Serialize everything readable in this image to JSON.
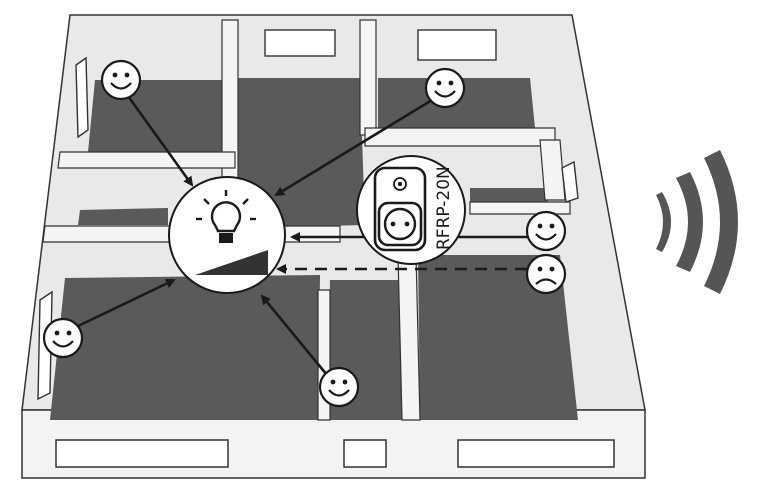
{
  "device": {
    "label": "RFRP-20N",
    "icon": "smart-plug-icon"
  },
  "lamp": {
    "icon": "light-bulb-dimmer-icon"
  },
  "nodes": [
    {
      "id": "room-top-left",
      "icon": "smiley-happy-icon",
      "status": "good"
    },
    {
      "id": "room-top-right",
      "icon": "smiley-happy-icon",
      "status": "good"
    },
    {
      "id": "room-left",
      "icon": "smiley-happy-icon",
      "status": "good"
    },
    {
      "id": "room-bottom",
      "icon": "smiley-happy-icon",
      "status": "good"
    },
    {
      "id": "room-right-relayed",
      "icon": "smiley-happy-icon",
      "status": "good"
    },
    {
      "id": "room-right-direct",
      "icon": "smiley-sad-icon",
      "status": "bad"
    }
  ],
  "signal": {
    "icon": "radio-waves-icon"
  },
  "colors": {
    "floor": "#5a5a5a",
    "wall": "#f0f0f0",
    "outline": "#222222",
    "wave": "#555555"
  }
}
